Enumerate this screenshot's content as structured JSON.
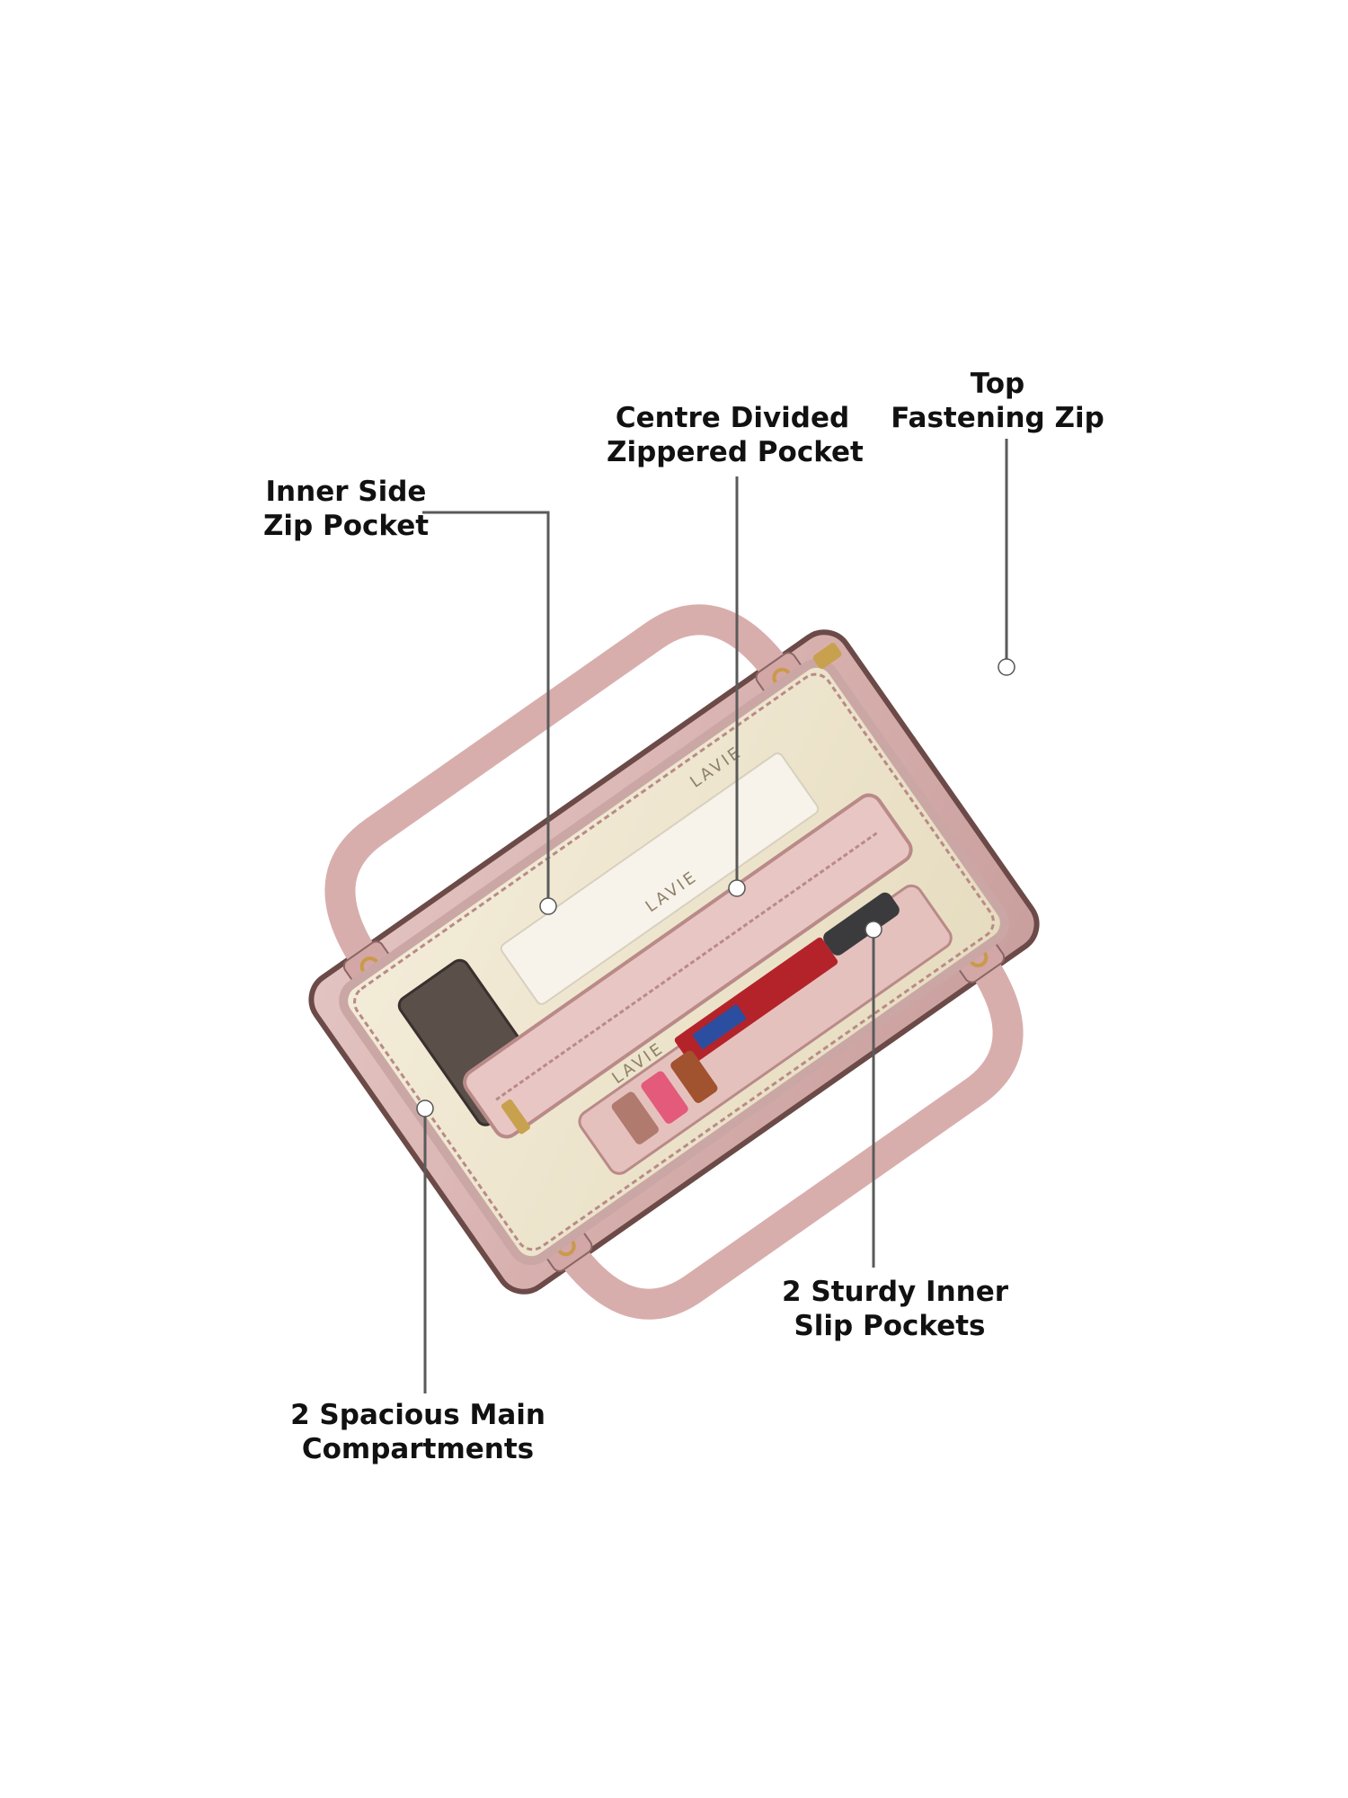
{
  "callouts": {
    "top_zip": [
      "Top",
      "Fastening Zip"
    ],
    "centre_pocket": [
      "Centre Divided",
      "Zippered Pocket"
    ],
    "side_pocket": [
      "Inner Side",
      "Zip Pocket"
    ],
    "slip_pockets": [
      "2 Sturdy Inner",
      "Slip Pockets"
    ],
    "main_compartments": [
      "2 Spacious Main",
      "Compartments"
    ]
  },
  "brand_marks": [
    "LAVIE",
    "LAVIE",
    "LAVIE"
  ],
  "colors": {
    "bag_pink": "#d9b2b0",
    "lining": "#efe7d0",
    "leader_line": "#5a5a5a",
    "label_text": "#111111"
  }
}
